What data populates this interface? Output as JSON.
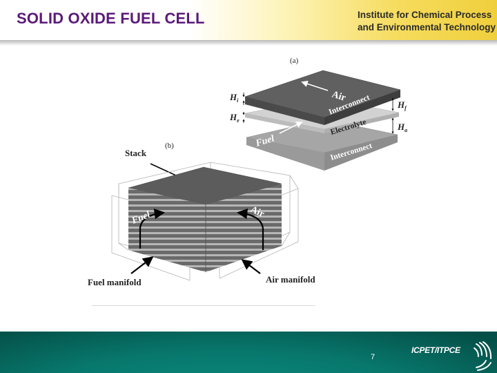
{
  "slide": {
    "title": "SOLID OXIDE FUEL CELL",
    "institute_line1": "Institute for Chemical Process",
    "institute_line2": "and Environmental Technology",
    "page_number": "7",
    "logo_text": "ICPET/ITPCE"
  },
  "figure_a": {
    "panel_label": "(a)",
    "top_layer": "Interconnect",
    "middle_layer": "Electrolyte",
    "bottom_layer": "Interconnect",
    "air_label": "Air",
    "fuel_label": "Fuel",
    "Hi_main": "H",
    "Hi_sub": "i",
    "He_main": "H",
    "He_sub": "e",
    "Hf_main": "H",
    "Hf_sub": "f",
    "Ha_main": "H",
    "Ha_sub": "a"
  },
  "figure_b": {
    "panel_label": "(b)",
    "stack_label": "Stack",
    "fuel_label": "Fuel",
    "air_label": "Air",
    "fuel_manifold_label": "Fuel manifold",
    "air_manifold_label": "Air manifold"
  },
  "colors": {
    "title": "#5b1a79",
    "footer": "#08776c",
    "dark_layer": "#5f5f5f",
    "light_layer": "#c8c8c8",
    "mid_layer": "#a2a2a2"
  }
}
